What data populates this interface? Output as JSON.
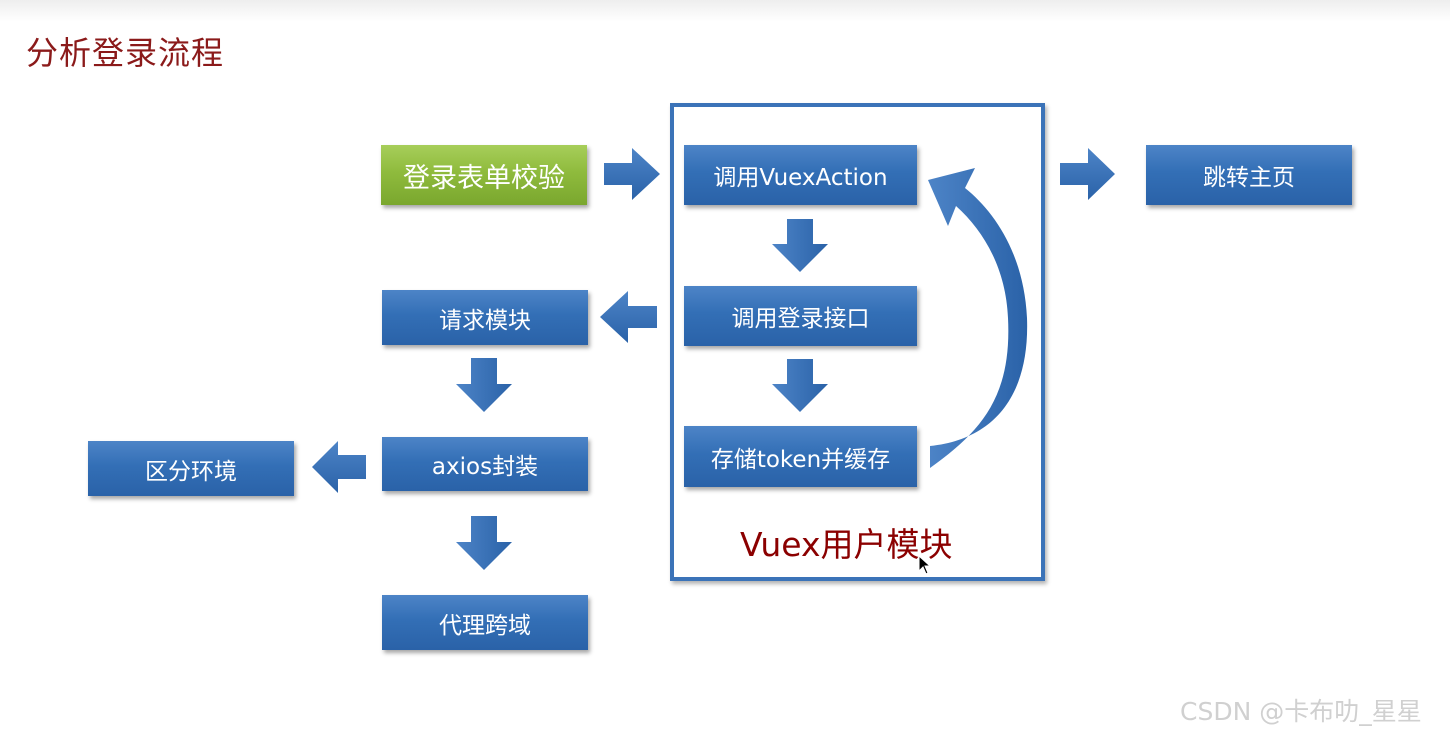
{
  "page": {
    "title": "分析登录流程"
  },
  "module": {
    "label": "Vuex用户模块"
  },
  "nodes": {
    "validate": "登录表单校验",
    "vuex_action": "调用VuexAction",
    "login_api": "调用登录接口",
    "store_token": "存储token并缓存",
    "goto_home": "跳转主页",
    "request_module": "请求模块",
    "axios_wrap": "axios封装",
    "env_split": "区分环境",
    "proxy_cors": "代理跨域"
  },
  "watermark": "CSDN @卡布叻_星星",
  "colors": {
    "box_blue": "#336fb6",
    "box_green": "#8fbb3d",
    "frame": "#3b73b8",
    "title": "#8b1a1a",
    "module_label": "#8b0000"
  }
}
